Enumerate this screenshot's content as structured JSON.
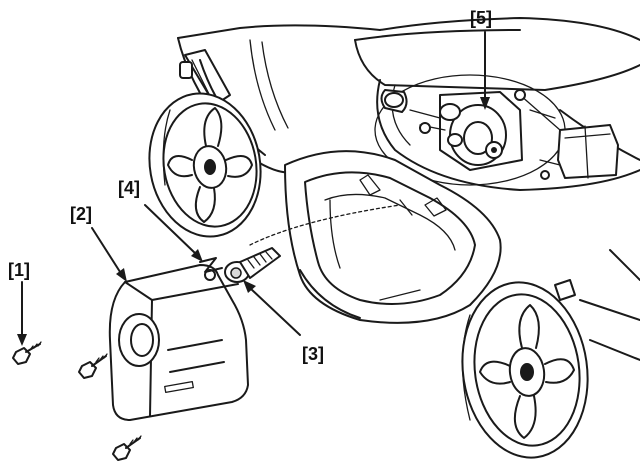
{
  "callouts": [
    {
      "id": "1",
      "text": "[1]"
    },
    {
      "id": "2",
      "text": "[2]"
    },
    {
      "id": "3",
      "text": "[3]"
    },
    {
      "id": "4",
      "text": "[4]"
    },
    {
      "id": "5",
      "text": "[5]"
    }
  ],
  "colors": {
    "ink": "#1a1a1a",
    "background": "#ffffff",
    "shade": "#d9d9d9"
  }
}
